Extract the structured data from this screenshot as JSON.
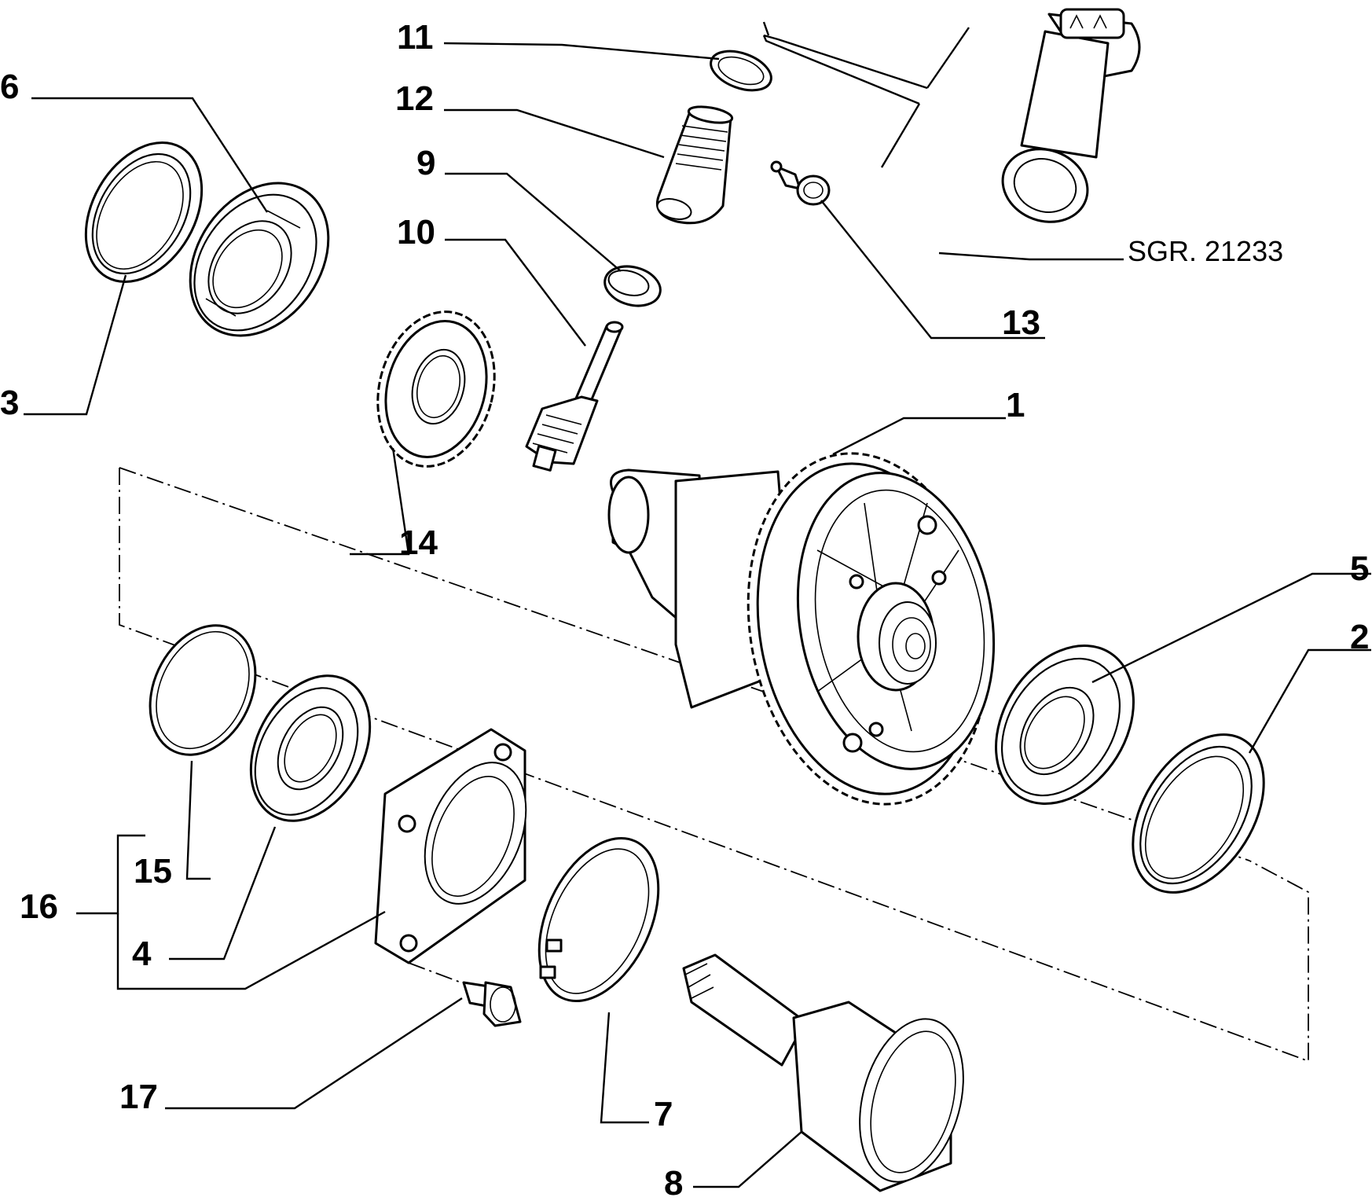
{
  "drawing_reference": "SGR. 21233",
  "callouts": {
    "c1": "1",
    "c2": "2",
    "c3": "3",
    "c4": "4",
    "c5": "5",
    "c6": "6",
    "c7": "7",
    "c8": "8",
    "c9": "9",
    "c10": "10",
    "c11": "11",
    "c12": "12",
    "c13": "13",
    "c14": "14",
    "c15": "15",
    "c16": "16",
    "c17": "17"
  },
  "colors": {
    "line": "#000000",
    "background": "#ffffff"
  }
}
